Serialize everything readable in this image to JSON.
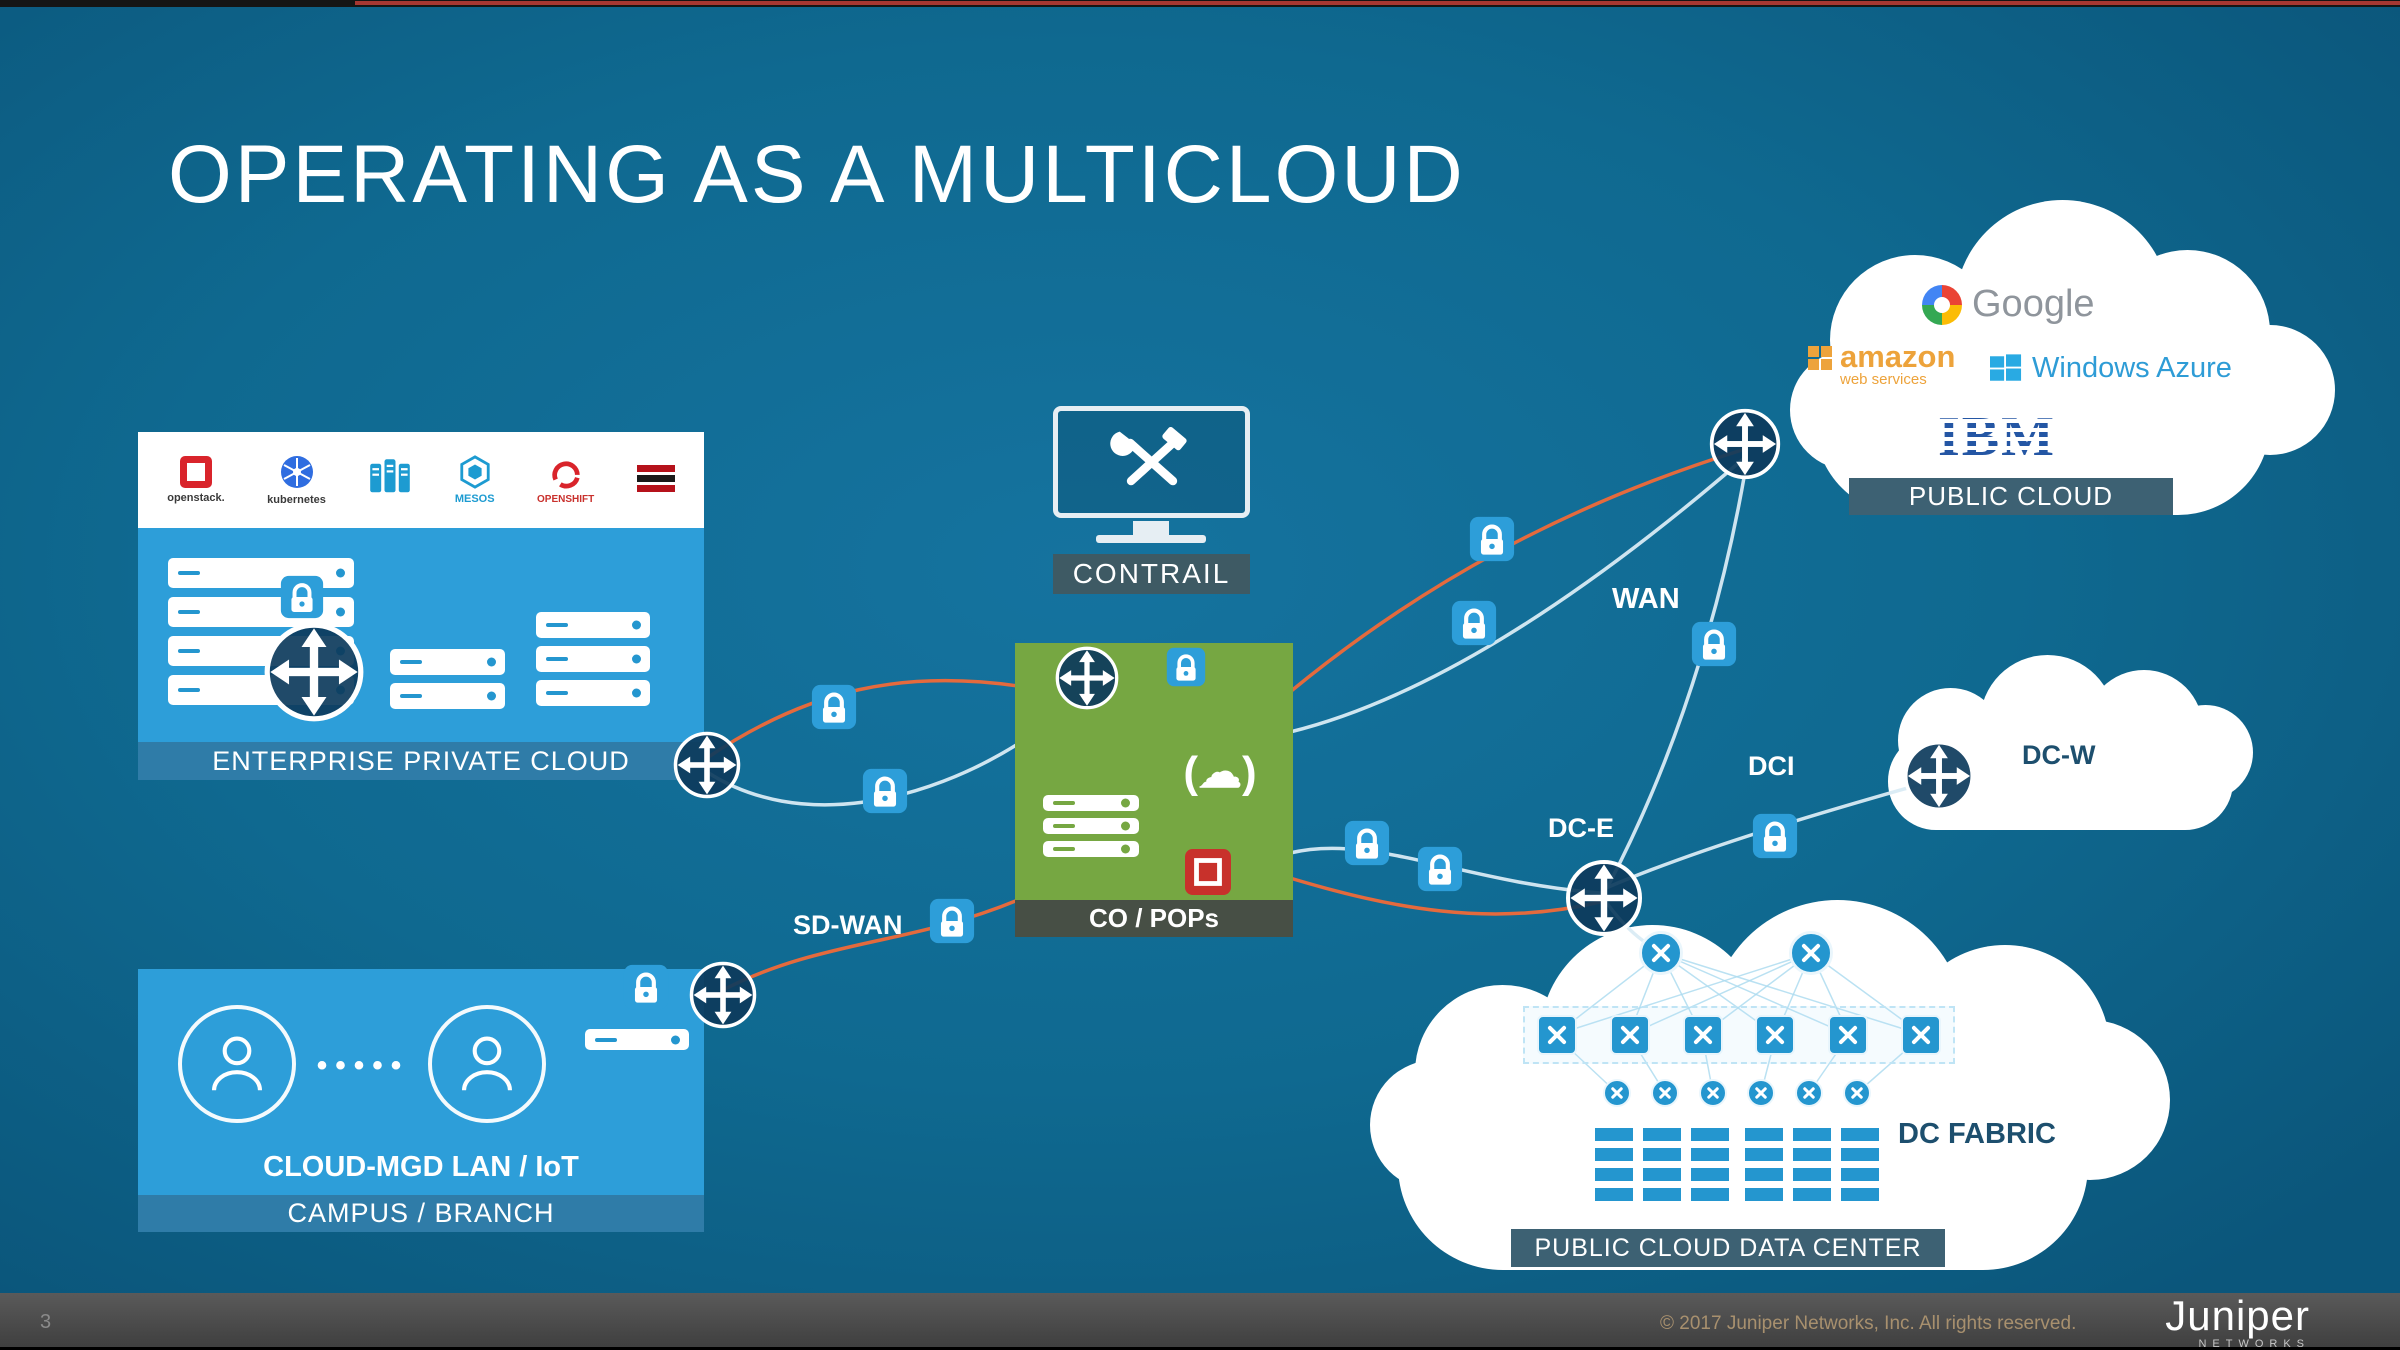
{
  "slide": {
    "title": "OPERATING AS A MULTICLOUD",
    "page_number": "3",
    "copyright": "© 2017 Juniper Networks, Inc. All rights reserved.",
    "brand_name": "Juniper",
    "brand_sub": "NETWORKS"
  },
  "enterprise": {
    "label": "ENTERPRISE PRIVATE CLOUD",
    "logos": [
      {
        "caption": "openstack."
      },
      {
        "caption": "kubernetes"
      },
      {
        "caption": ""
      },
      {
        "caption": "MESOS"
      },
      {
        "caption": "OPENSHIFT"
      },
      {
        "caption": ""
      }
    ]
  },
  "campus": {
    "title": "CLOUD-MGD LAN / IoT",
    "label": "CAMPUS / BRANCH",
    "dots": "•••••"
  },
  "contrail": {
    "label": "CONTRAIL"
  },
  "co_pops": {
    "label": "CO / POPs",
    "cloud_glyph": "(☁)"
  },
  "network_labels": {
    "sd_wan": "SD-WAN",
    "wan": "WAN",
    "dci": "DCI",
    "dc_e": "DC-E",
    "dc_w": "DC-W"
  },
  "public_cloud": {
    "label": "PUBLIC CLOUD",
    "google": "Google",
    "amazon": "amazon",
    "amazon_sub": "web services",
    "azure": "Windows Azure",
    "ibm": "IBM"
  },
  "data_center": {
    "label": "PUBLIC CLOUD DATA CENTER",
    "fabric": "DC FABRIC"
  }
}
